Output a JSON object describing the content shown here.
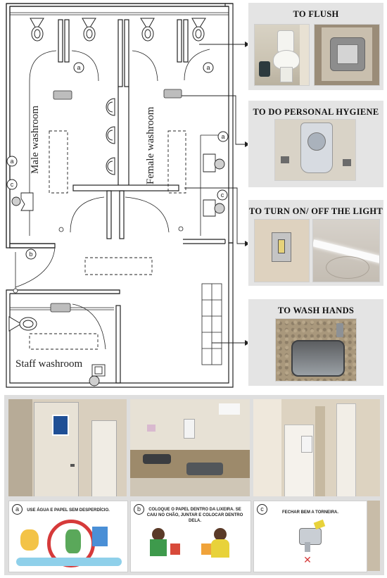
{
  "floorplan": {
    "rooms": {
      "male": "Male washroom",
      "female": "Female washroom",
      "staff": "Staff washroom"
    },
    "markers": {
      "a": "a",
      "b": "b",
      "c": "c"
    }
  },
  "panels": [
    {
      "title": "TO FLUSH"
    },
    {
      "title": "TO DO PERSONAL HYGIENE"
    },
    {
      "title": "TO TURN ON/ OFF THE LIGHT"
    },
    {
      "title": "TO WASH HANDS"
    }
  ],
  "posters": [
    {
      "marker": "a",
      "text": "USE ÁGUA E PAPEL SEM DESPERDÍCIO."
    },
    {
      "marker": "b",
      "text": "COLOQUE O PAPEL DENTRO DA LIXEIRA. SE CAIU NO CHÃO, JUNTAR E COLOCAR DENTRO DELA."
    },
    {
      "marker": "c",
      "text": "FECHAR BEM A TORNEIRA."
    }
  ]
}
